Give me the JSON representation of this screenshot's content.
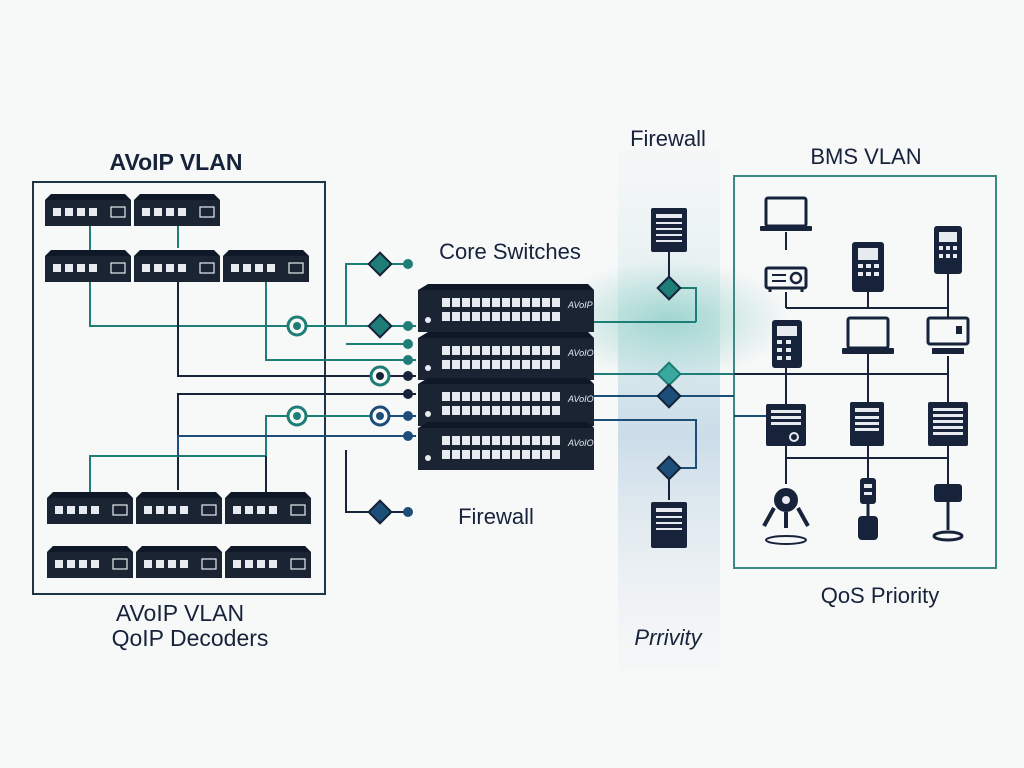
{
  "labels": {
    "avoip_vlan_top": "AVoIP VLAN",
    "avoip_vlan_bottom": "AVoIP VLAN",
    "qolp_decoders": "QoIP Decoders",
    "core_switches": "Core Switches",
    "firewall_top": "Firewall",
    "firewall_mid": "Firewall",
    "bms_vlan": "BMS VLAN",
    "qos_priority": "QoS Priority",
    "privity": "Prrivity"
  },
  "switch_brand": [
    "AVoIP",
    "AVoIO",
    "AVoIO",
    "AVoIO"
  ],
  "colors": {
    "navy": "#16233a",
    "teal": "#1e7d76",
    "blue": "#1d4e7a",
    "panel_border_left": "#1e3447",
    "panel_border_right": "#3d8a82"
  },
  "icons": {
    "encoder": "network-encoder-icon",
    "switch": "rack-switch-icon",
    "firewall": "firewall-server-icon",
    "laptop": "laptop-icon",
    "projector": "projector-icon",
    "phone": "ip-phone-icon",
    "tablet": "tablet-icon",
    "monitor": "monitor-icon",
    "controller": "controller-icon",
    "sensor": "sensor-icon"
  }
}
